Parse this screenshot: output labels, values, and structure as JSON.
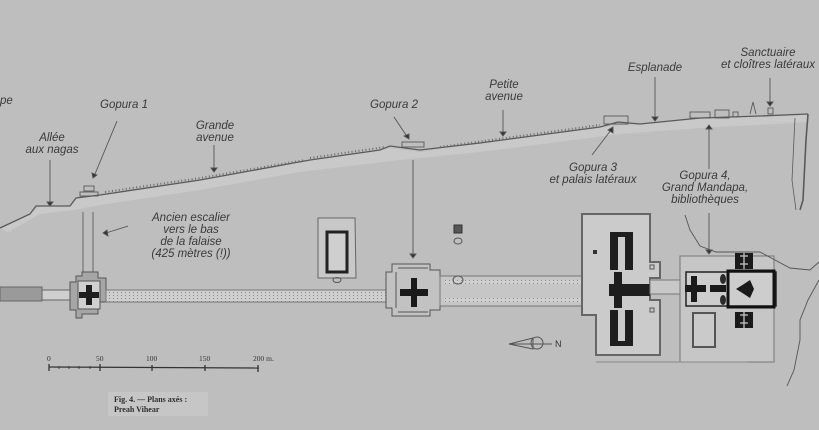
{
  "figure": {
    "caption_line1": "Fig. 4. — Plans axés :",
    "caption_line2": "Preah Vihear"
  },
  "labels": {
    "cut_left": "pe",
    "allee": [
      "Allée",
      "aux nagas"
    ],
    "gopura1": "Gopura 1",
    "grande_avenue": [
      "Grande",
      "avenue"
    ],
    "ancien_escalier": [
      "Ancien escalier",
      "vers le bas",
      "de la falaise",
      "(425 mètres (!))"
    ],
    "gopura2": "Gopura 2",
    "petite_avenue": [
      "Petite",
      "avenue"
    ],
    "esplanade": "Esplanade",
    "sanctuaire": [
      "Sanctuaire",
      "et cloîtres latéraux"
    ],
    "gopura3": [
      "Gopura 3",
      "et palais latéraux"
    ],
    "gopura4": [
      "Gopura 4,",
      "Grand Mandapa,",
      "bibliothèques"
    ]
  },
  "scale_bar": {
    "ticks": [
      "0",
      "50",
      "100",
      "150",
      "200 m."
    ]
  },
  "north_arrow": {
    "label": "N"
  },
  "colors": {
    "background": "#bebebe",
    "ink": "#3a3a3a",
    "fill_dark": "#1e1e1e",
    "fill_light": "#d2d2d2"
  }
}
